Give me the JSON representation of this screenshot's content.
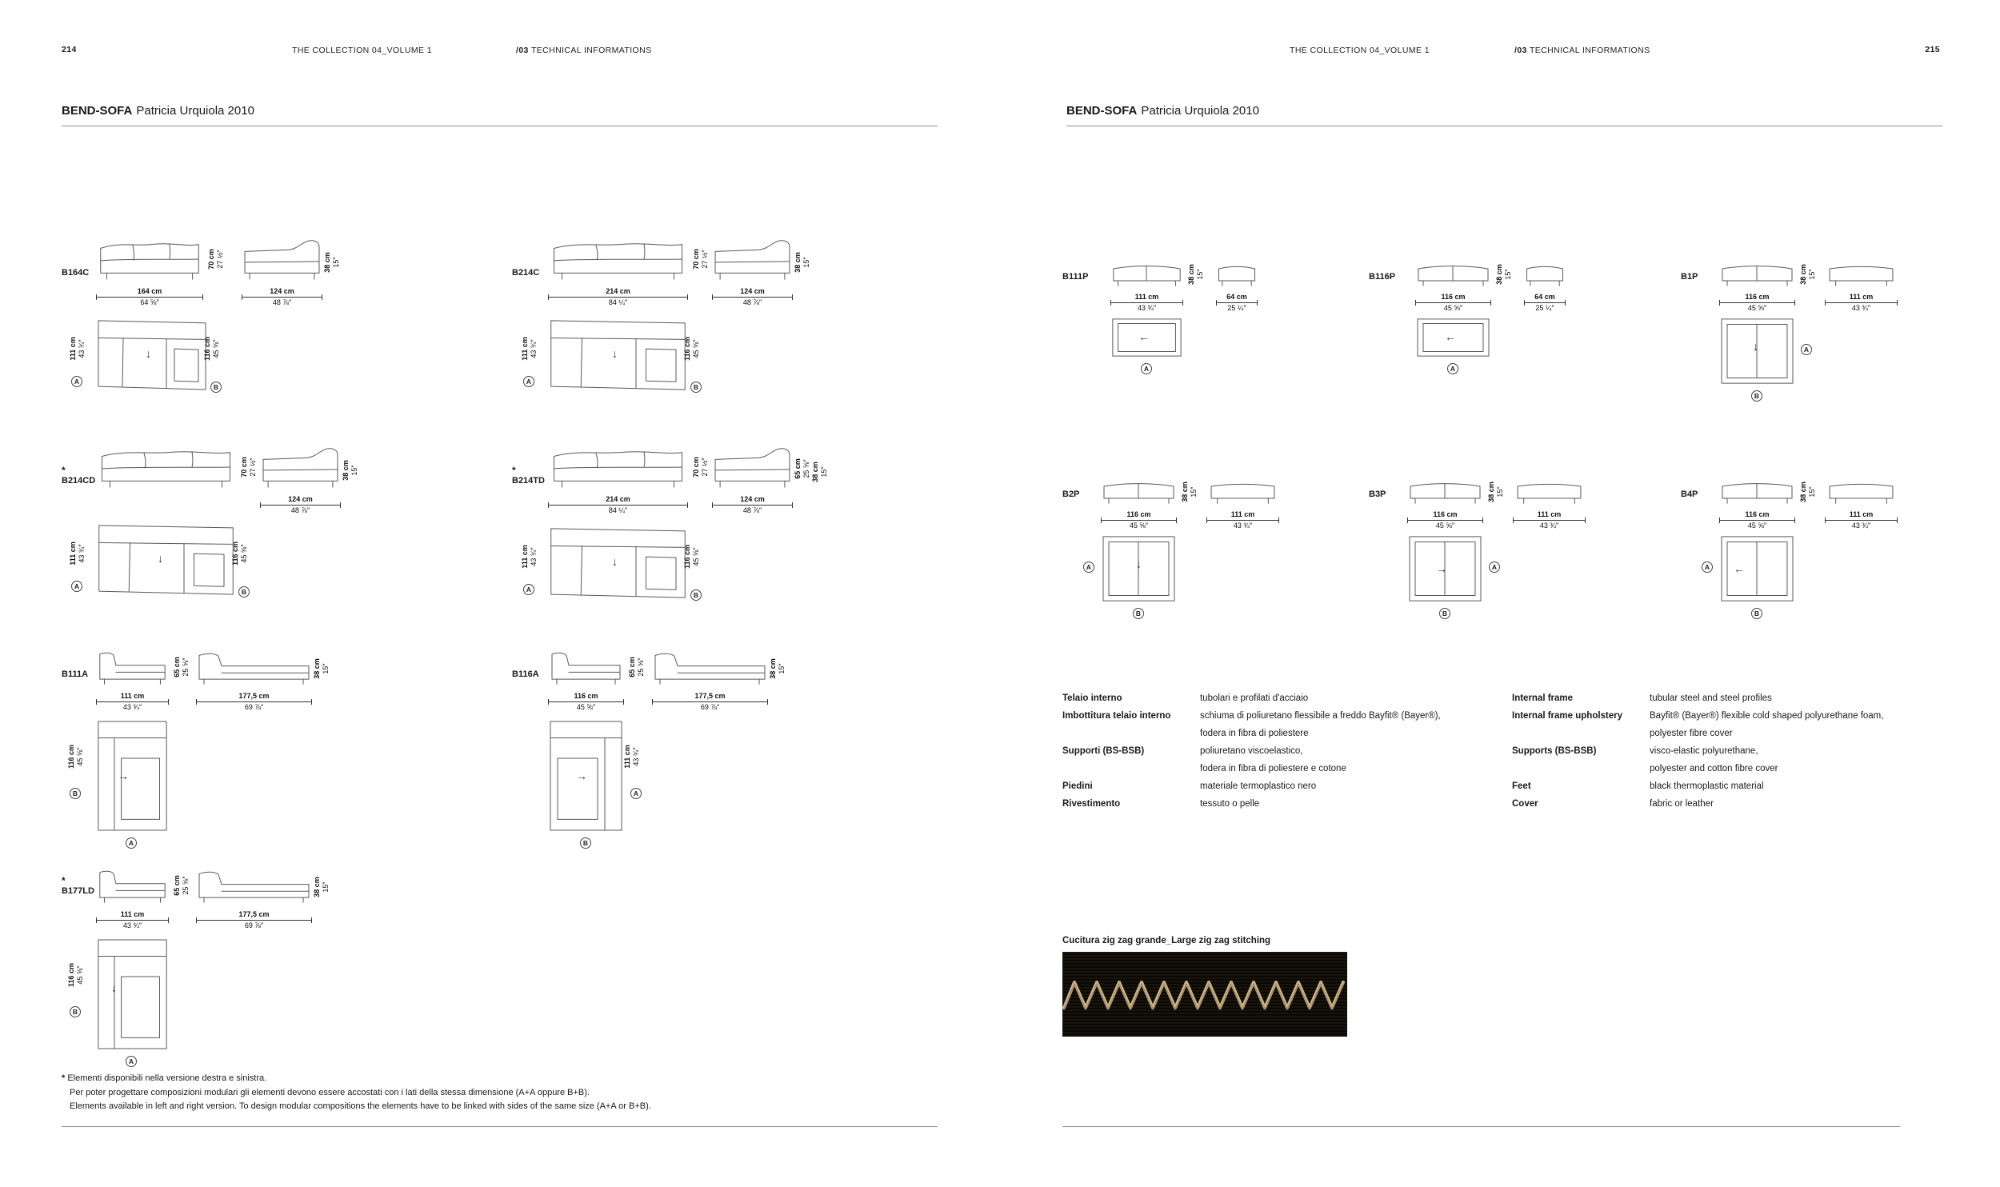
{
  "header": {
    "left": {
      "page": "214",
      "collection": "THE COLLECTION 04_VOLUME 1",
      "section_no": "/03",
      "section": "TECHNICAL INFORMATIONS"
    },
    "right": {
      "page": "215",
      "collection": "THE COLLECTION 04_VOLUME 1",
      "section_no": "/03",
      "section": "TECHNICAL INFORMATIONS"
    }
  },
  "title": {
    "product": "BEND-SOFA",
    "designer": "Patricia Urquiola 2010"
  },
  "modules": {
    "b164c": {
      "code": "B164C",
      "star": "",
      "front": {
        "cm": "164 cm",
        "in": "64 ⅝″"
      },
      "side": {
        "cm": "124 cm",
        "in": "48 ⅞″"
      },
      "h1": {
        "cm": "70 cm",
        "in": "27 ½″"
      },
      "h2": {
        "cm": "38 cm",
        "in": "15″"
      },
      "plan_left": {
        "cm": "111 cm",
        "in": "43 ¾″"
      },
      "plan_right": {
        "cm": "116 cm",
        "in": "45 ⅝″"
      },
      "marker_a": "A",
      "marker_b": "B",
      "arrow": "↓"
    },
    "b214c": {
      "code": "B214C",
      "star": "",
      "front": {
        "cm": "214 cm",
        "in": "84 ¼″"
      },
      "side": {
        "cm": "124 cm",
        "in": "48 ⅞″"
      },
      "h1": {
        "cm": "70 cm",
        "in": "27 ½″"
      },
      "h2": {
        "cm": "38 cm",
        "in": "15″"
      },
      "plan_left": {
        "cm": "111 cm",
        "in": "43 ¾″"
      },
      "plan_right": {
        "cm": "116 cm",
        "in": "45 ⅝″"
      },
      "marker_a": "A",
      "marker_b": "B",
      "arrow": "↓"
    },
    "b214cd": {
      "code": "B214CD",
      "star": "*",
      "side": {
        "cm": "124 cm",
        "in": "48 ⅞″"
      },
      "h1": {
        "cm": "70 cm",
        "in": "27 ½″"
      },
      "h2": {
        "cm": "38 cm",
        "in": "15″"
      },
      "plan_left": {
        "cm": "111 cm",
        "in": "43 ¾″"
      },
      "plan_right": {
        "cm": "116 cm",
        "in": "45 ⅝″"
      },
      "marker_a": "A",
      "marker_b": "B",
      "arrow": "↓"
    },
    "b214td": {
      "code": "B214TD",
      "star": "*",
      "front": {
        "cm": "214 cm",
        "in": "84 ¼″"
      },
      "side": {
        "cm": "124 cm",
        "in": "48 ⅞″"
      },
      "h1": {
        "cm": "70 cm",
        "in": "27 ½″"
      },
      "h2a": {
        "cm": "65 cm",
        "in": "25 ⅝″"
      },
      "h2b": {
        "cm": "38 cm",
        "in": "15″"
      },
      "plan_left": {
        "cm": "111 cm",
        "in": "43 ¾″"
      },
      "plan_right": {
        "cm": "116 cm",
        "in": "45 ⅝″"
      },
      "marker_a": "A",
      "marker_b": "B",
      "arrow": "↓"
    },
    "b111a": {
      "code": "B111A",
      "star": "",
      "front": {
        "cm": "111 cm",
        "in": "43 ¾″"
      },
      "side": {
        "cm": "177,5 cm",
        "in": "69 ⅞″"
      },
      "h1": {
        "cm": "65 cm",
        "in": "25 ⅝″"
      },
      "h2": {
        "cm": "38 cm",
        "in": "15″"
      },
      "plan_left": {
        "cm": "116 cm",
        "in": "45 ⅝″"
      },
      "marker_a": "A",
      "marker_b": "B",
      "arrow": "→"
    },
    "b116a": {
      "code": "B116A",
      "star": "",
      "front": {
        "cm": "116 cm",
        "in": "45 ⅝″"
      },
      "side": {
        "cm": "177,5 cm",
        "in": "69 ⅞″"
      },
      "h1": {
        "cm": "65 cm",
        "in": "25 ⅝″"
      },
      "h2": {
        "cm": "38 cm",
        "in": "15″"
      },
      "plan_right": {
        "cm": "111 cm",
        "in": "43 ¾″"
      },
      "marker_a": "A",
      "marker_b": "B",
      "arrow": "→"
    },
    "b177ld": {
      "code": "B177LD",
      "star": "*",
      "front": {
        "cm": "111 cm",
        "in": "43 ¾″"
      },
      "side": {
        "cm": "177,5 cm",
        "in": "69 ⅞″"
      },
      "h1": {
        "cm": "65 cm",
        "in": "25 ⅝″"
      },
      "h2": {
        "cm": "38 cm",
        "in": "15″"
      },
      "plan_left": {
        "cm": "116 cm",
        "in": "45 ⅝″"
      },
      "marker_a": "A",
      "marker_b": "B",
      "arrow": "↓"
    },
    "b111p": {
      "code": "B111P",
      "star": "",
      "front": {
        "cm": "111 cm",
        "in": "43 ¾″"
      },
      "side": {
        "cm": "64 cm",
        "in": "25 ¼″"
      },
      "h1": {
        "cm": "38 cm",
        "in": "15″"
      },
      "marker_a": "A",
      "arrow": "←"
    },
    "b116p": {
      "code": "B116P",
      "star": "",
      "front": {
        "cm": "116 cm",
        "in": "45 ⅝″"
      },
      "side": {
        "cm": "64 cm",
        "in": "25 ¼″"
      },
      "h1": {
        "cm": "38 cm",
        "in": "15″"
      },
      "marker_a": "A",
      "arrow": "←"
    },
    "b1p": {
      "code": "B1P",
      "star": "",
      "front": {
        "cm": "116 cm",
        "in": "45 ⅝″"
      },
      "side": {
        "cm": "111 cm",
        "in": "43 ¾″"
      },
      "h1": {
        "cm": "38 cm",
        "in": "15″"
      },
      "marker_a": "A",
      "marker_b": "B",
      "arrow": "↓"
    },
    "b2p": {
      "code": "B2P",
      "star": "",
      "front": {
        "cm": "116 cm",
        "in": "45 ⅝″"
      },
      "side": {
        "cm": "111 cm",
        "in": "43 ¾″"
      },
      "h1": {
        "cm": "38 cm",
        "in": "15″"
      },
      "marker_a": "A",
      "marker_b": "B",
      "arrow": "↓"
    },
    "b3p": {
      "code": "B3P",
      "star": "",
      "front": {
        "cm": "116 cm",
        "in": "45 ⅝″"
      },
      "side": {
        "cm": "111 cm",
        "in": "43 ¾″"
      },
      "h1": {
        "cm": "38 cm",
        "in": "15″"
      },
      "marker_a": "A",
      "marker_b": "B",
      "arrow": "→"
    },
    "b4p": {
      "code": "B4P",
      "star": "",
      "front": {
        "cm": "116 cm",
        "in": "45 ⅝″"
      },
      "side": {
        "cm": "111 cm",
        "in": "43 ¾″"
      },
      "h1": {
        "cm": "38 cm",
        "in": "15″"
      },
      "marker_a": "A",
      "marker_b": "B",
      "arrow": "←"
    }
  },
  "specs": {
    "it": [
      {
        "label": "Telaio interno",
        "lines": [
          "tubolari e profilati d'acciaio"
        ]
      },
      {
        "label": "Imbottitura telaio interno",
        "lines": [
          "schiuma di poliuretano flessibile a freddo Bayfit® (Bayer®),",
          "fodera in fibra di poliestere"
        ]
      },
      {
        "label": "Supporti (BS-BSB)",
        "lines": [
          "poliuretano viscoelastico,",
          "fodera in fibra di poliestere e cotone"
        ]
      },
      {
        "label": "Piedini",
        "lines": [
          "materiale termoplastico nero"
        ]
      },
      {
        "label": "Rivestimento",
        "lines": [
          "tessuto o pelle"
        ]
      }
    ],
    "en": [
      {
        "label": "Internal frame",
        "lines": [
          "tubular steel and steel profiles"
        ]
      },
      {
        "label": "Internal frame upholstery",
        "lines": [
          "Bayfit® (Bayer®) flexible cold shaped polyurethane foam,",
          "polyester fibre cover"
        ]
      },
      {
        "label": "Supports (BS-BSB)",
        "lines": [
          "visco-elastic polyurethane,",
          "polyester and cotton fibre cover"
        ]
      },
      {
        "label": "Feet",
        "lines": [
          "black thermoplastic material"
        ]
      },
      {
        "label": "Cover",
        "lines": [
          "fabric or leather"
        ]
      }
    ]
  },
  "stitching": {
    "caption": "Cucitura zig zag grande_Large zig zag stitching",
    "thread_color": "#cdb488",
    "fabric_color": "#14110a"
  },
  "footnote": {
    "star": "*",
    "line1": "Elementi disponibili nella versione destra e sinistra.",
    "line2": "Per poter progettare composizioni modulari gli elementi devono essere accostati con i lati della stessa dimensione (A+A oppure B+B).",
    "line3": "Elements available in left and right version. To design modular compositions the elements have to be linked with sides of the same size (A+A or B+B)."
  }
}
